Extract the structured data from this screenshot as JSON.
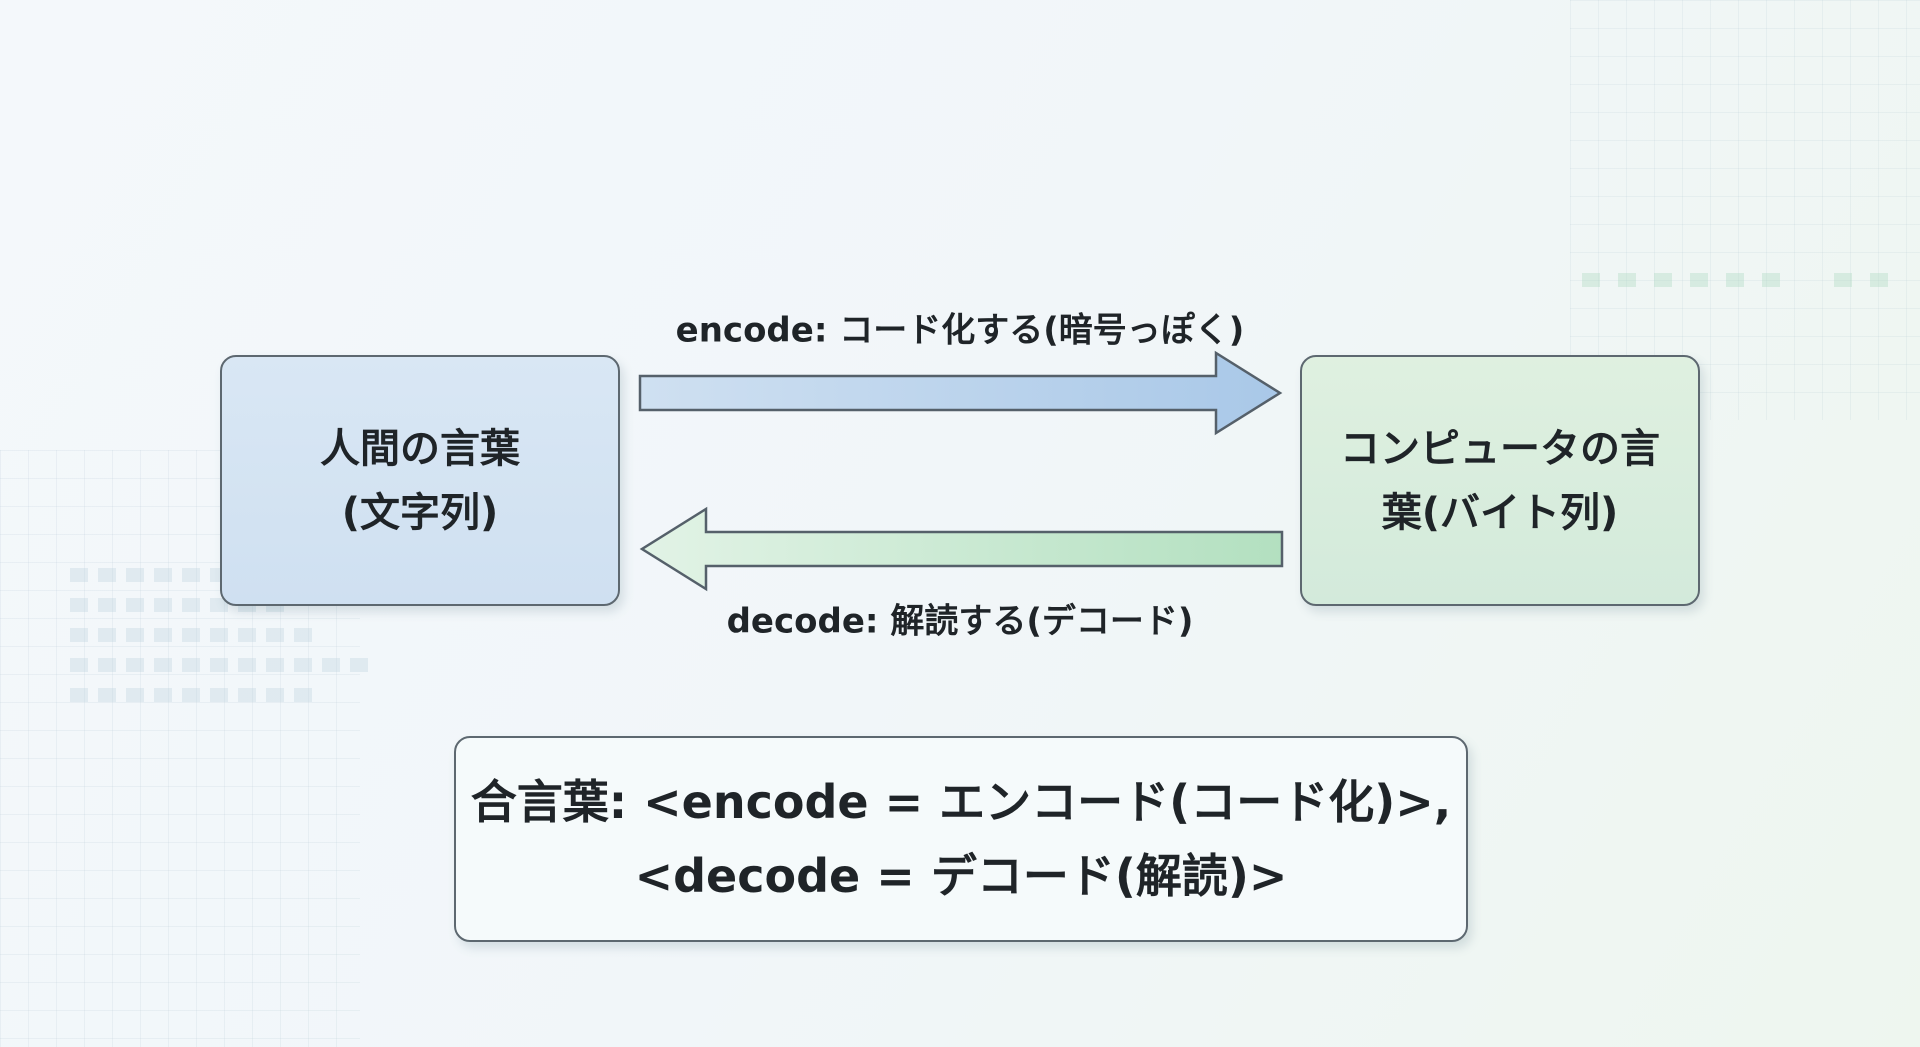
{
  "diagram": {
    "left_box": {
      "line1": "人間の言葉",
      "line2": "(文字列)"
    },
    "right_box": {
      "line1": "コンピュータの言",
      "line2": "葉(バイト列)"
    },
    "encode_label": "encode: コード化する(暗号っぽく)",
    "decode_label": "decode: 解読する(デコード)",
    "note": {
      "line1": "合言葉:  <encode = エンコード(コード化)>,",
      "line2": "<decode = デコード(解読)>"
    },
    "colors": {
      "encode_arrow": "#b9d3ec",
      "decode_arrow": "#bfe6c9",
      "left_box": "#d4e4f3",
      "right_box": "#d8eddc"
    }
  }
}
